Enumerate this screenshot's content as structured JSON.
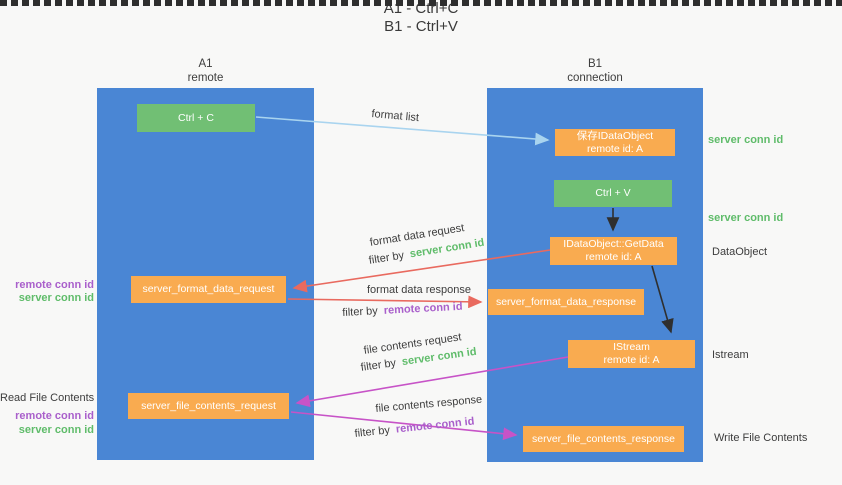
{
  "title": {
    "line1": "A1 - Ctrl+C",
    "line2": "B1 - Ctrl+V"
  },
  "columns": {
    "left": {
      "name": "A1",
      "role": "remote"
    },
    "right": {
      "name": "B1",
      "role": "connection"
    }
  },
  "nodes": {
    "ctrl_c": {
      "label": "Ctrl + C"
    },
    "save_dataobject": {
      "line1": "保存IDataObject",
      "line2": "remote id: A"
    },
    "ctrl_v": {
      "label": "Ctrl + V"
    },
    "getdata": {
      "line1": "IDataObject::GetData",
      "line2": "remote id: A"
    },
    "istream": {
      "line1": "IStream",
      "line2": "remote id: A"
    },
    "server_format_data_request": {
      "label": "server_format_data_request"
    },
    "server_format_data_response": {
      "label": "server_format_data_response"
    },
    "server_file_contents_request": {
      "label": "server_file_contents_request"
    },
    "server_file_contents_response": {
      "label": "server_file_contents_response"
    }
  },
  "arrow_labels": {
    "format_list": "format list",
    "format_data_request": "format data request",
    "format_data_response": "format data response",
    "file_contents_request": "file contents request",
    "file_contents_response": "file contents response",
    "filter_by": "filter by",
    "server_conn_id": "server conn id",
    "remote_conn_id": "remote conn id"
  },
  "side_labels": {
    "server_conn_id": "server conn id",
    "remote_conn_id": "remote conn id",
    "dataobject": "DataObject",
    "istream": "Istream",
    "read_file_contents": "Read File Contents",
    "write_file_contents": "Write File Contents"
  },
  "colors": {
    "column_blue": "#4a86d4",
    "node_green": "#71bf74",
    "node_orange": "#f9ab50",
    "accent_green": "#5fbc6a",
    "accent_purple": "#a95fcb",
    "arrow_red": "#e96a5f",
    "arrow_magenta": "#c753c7",
    "arrow_light_blue": "#a9d4ef",
    "arrow_black": "#2f2f2f"
  }
}
